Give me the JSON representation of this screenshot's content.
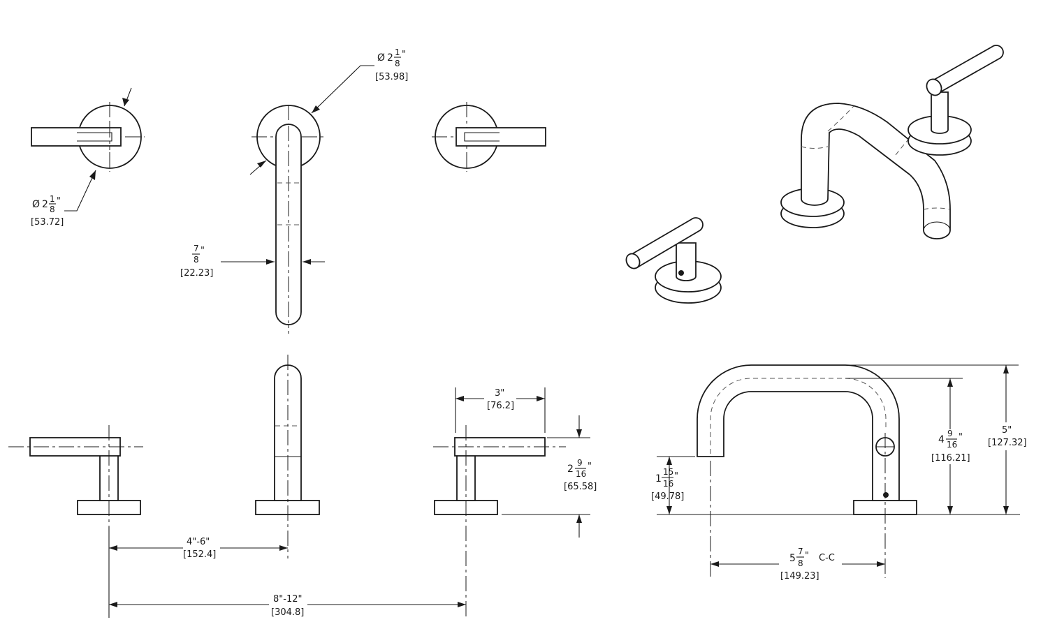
{
  "dimensions": {
    "flange_dia_handle": {
      "symbol": "Ø",
      "whole": "2",
      "num": "1",
      "den": "8",
      "unit": "\"",
      "metric": "[53.72]"
    },
    "flange_dia_spout": {
      "symbol": "Ø",
      "whole": "2",
      "num": "1",
      "den": "8",
      "unit": "\"",
      "metric": "[53.98]"
    },
    "spout_width": {
      "num": "7",
      "den": "8",
      "unit": "\"",
      "metric": "[22.23]"
    },
    "handle_length": {
      "imperial": "3\"",
      "metric": "[76.2]"
    },
    "handle_height": {
      "whole": "2",
      "num": "9",
      "den": "16",
      "unit": "\"",
      "metric": "[65.58]"
    },
    "spout_to_handle": {
      "imperial": "4\"-6\"",
      "metric": "[152.4]"
    },
    "overall_spread": {
      "imperial": "8\"-12\"",
      "metric": "[304.8]"
    },
    "spout_outlet_height": {
      "whole": "1",
      "num": "15",
      "den": "16",
      "unit": "\"",
      "metric": "[49.78]"
    },
    "spout_reach": {
      "whole": "5",
      "num": "7",
      "den": "8",
      "unit": "\"",
      "suffix": "C-C",
      "metric": "[149.23]"
    },
    "spout_inner_height": {
      "whole": "4",
      "num": "9",
      "den": "16",
      "unit": "\"",
      "metric": "[116.21]"
    },
    "spout_overall_height": {
      "imperial": "5\"",
      "metric": "[127.32]"
    }
  }
}
